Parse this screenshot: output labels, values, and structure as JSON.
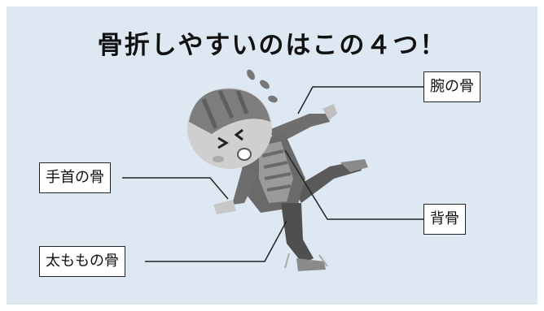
{
  "title": "骨折しやすいのはこの４つ！",
  "labels": {
    "arm": "腕の骨",
    "wrist": "手首の骨",
    "back": "背骨",
    "thigh": "太ももの骨"
  },
  "colors": {
    "background": "#dde8f3",
    "line": "#222222",
    "figure_dark": "#555555",
    "figure_mid": "#8a8a8a",
    "figure_light": "#c8c8c8"
  }
}
